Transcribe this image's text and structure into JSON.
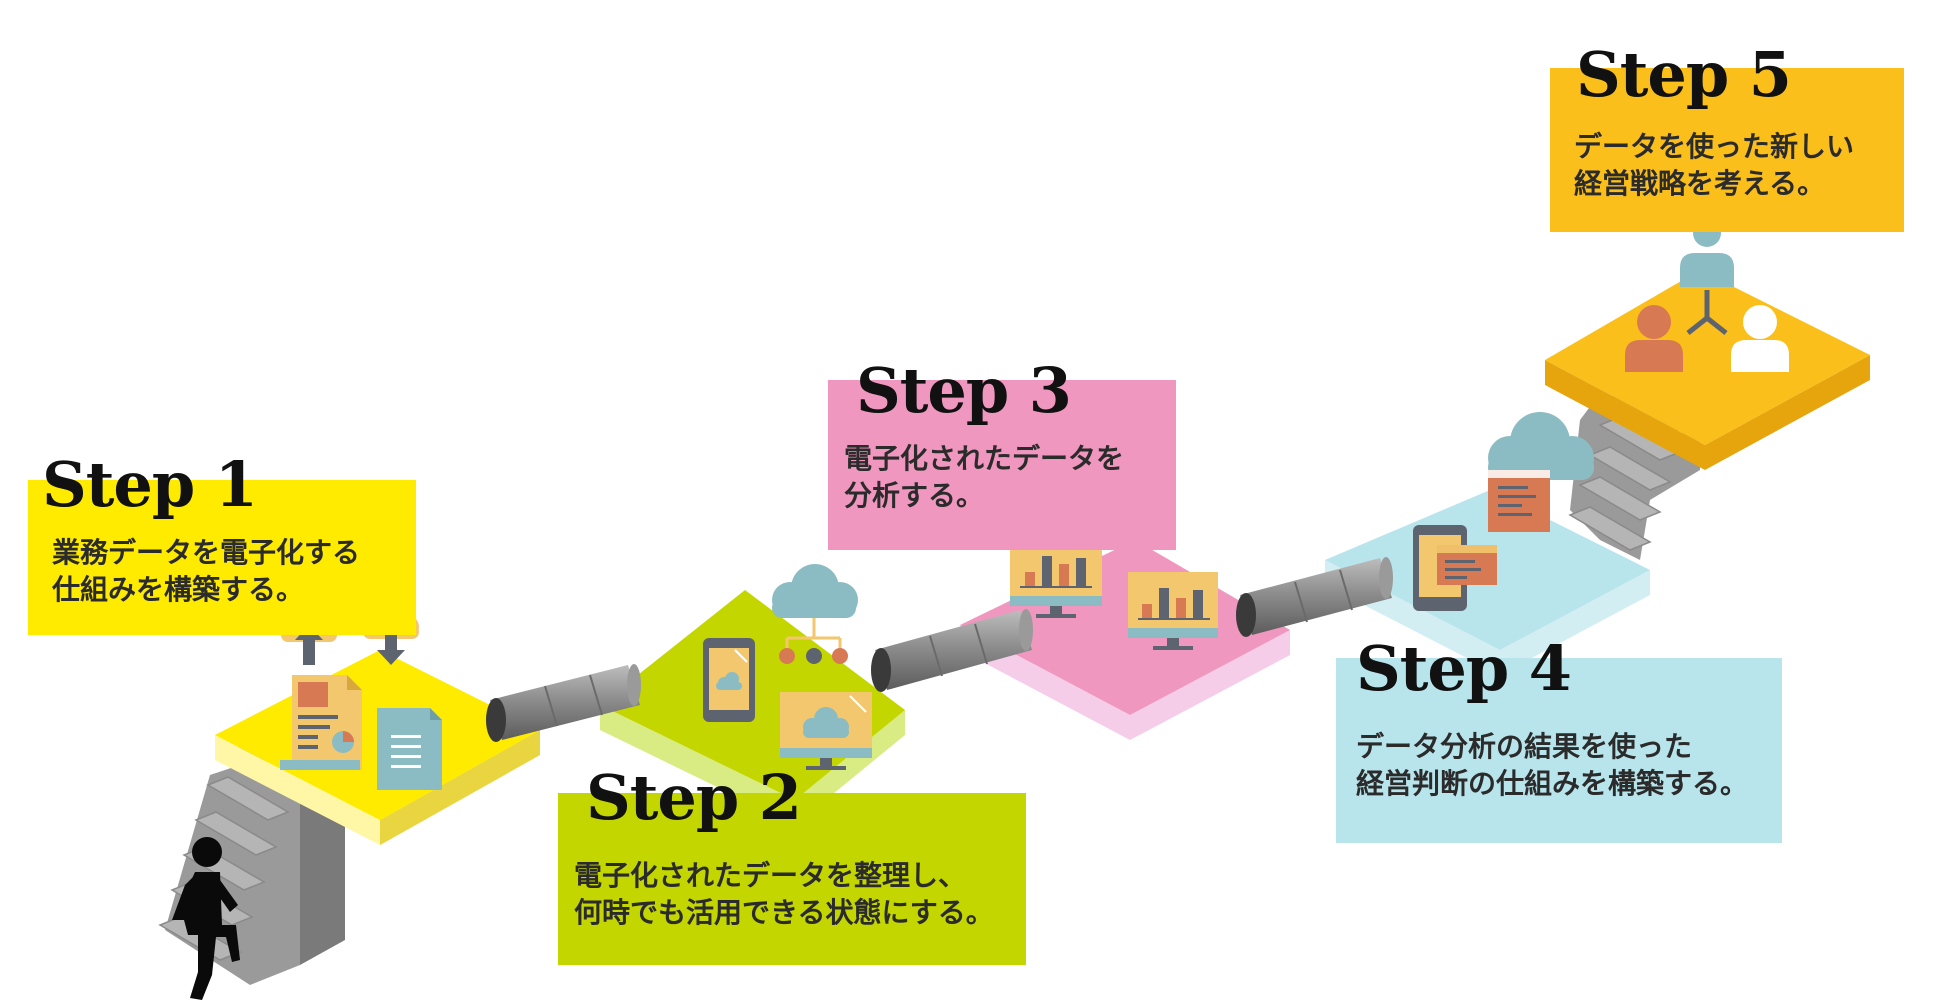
{
  "colors": {
    "step1": "#ffeb00",
    "step2": "#c3d600",
    "step3": "#f097bf",
    "step4": "#b8e4ec",
    "step5": "#fbbf1c",
    "text": "#2b2b2b",
    "title": "#111111"
  },
  "steps": [
    {
      "title": "Step 1",
      "lines": [
        "業務データを電子化する",
        "仕組みを構築する。"
      ]
    },
    {
      "title": "Step 2",
      "lines": [
        "電子化されたデータを整理し、",
        "何時でも活用できる状態にする。"
      ]
    },
    {
      "title": "Step 3",
      "lines": [
        "電子化されたデータを",
        "分析する。"
      ]
    },
    {
      "title": "Step 4",
      "lines": [
        "データ分析の結果を使った",
        "経営判断の仕組みを構築する。"
      ]
    },
    {
      "title": "Step 5",
      "lines": [
        "データを使った新しい",
        "経営戦略を考える。"
      ]
    }
  ],
  "icons": [
    "walking-person-icon",
    "stairs-icon",
    "cloud-upload-icon",
    "cloud-download-icon",
    "report-document-icon",
    "text-document-icon",
    "pipe-connector-icon",
    "tablet-icon",
    "cloud-network-icon",
    "monitor-cloud-icon",
    "bar-chart-monitor-icon",
    "phone-document-icon",
    "cloud-document-icon",
    "team-hierarchy-icon"
  ]
}
